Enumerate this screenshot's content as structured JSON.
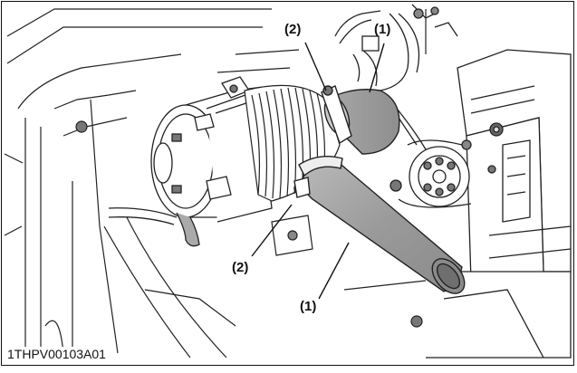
{
  "callouts": {
    "top_left": "(2)",
    "top_right": "(1)",
    "bottom_left": "(2)",
    "bottom_right": "(1)"
  },
  "figure_id": "1THPV00103A01"
}
